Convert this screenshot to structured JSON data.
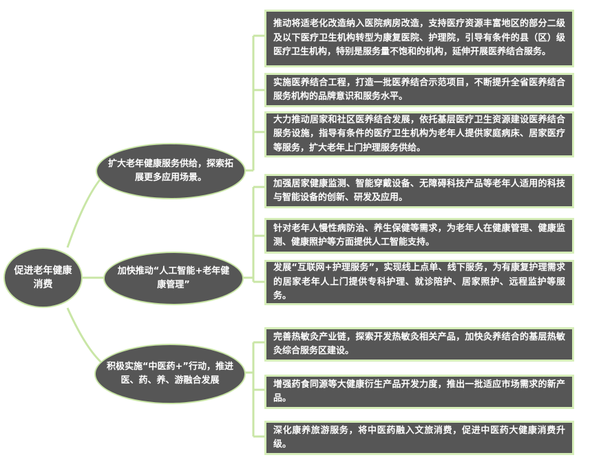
{
  "colors": {
    "connector": "#c9e6a6",
    "node_fill": "#565656",
    "text": "#ffffff"
  },
  "root": {
    "label": "促进老年健康消费"
  },
  "branches": [
    {
      "label": "扩大老年健康服务供给，探索拓展更多应用场景。",
      "items": [
        "推动将适老化改造纳入医院病房改造，支持医疗资源丰富地区的部分二级及以下医疗卫生机构转型为康复医院、护理院，引导有条件的县（区）级医疗卫生机构，特别是服务量不饱和的机构，延伸开展医养结合服务。",
        "实施医养结合工程，打造一批医养结合示范项目，不断提升全省医养结合服务机构的品牌意识和服务水平。",
        "大力推动居家和社区医养结合发展，依托基层医疗卫生资源建设医养结合服务设施，指导有条件的医疗卫生机构为老年人提供家庭病床、居家医疗等服务，扩大老年上门护理服务供给。"
      ]
    },
    {
      "label": "加快推动“人工智能+老年健康管理”",
      "items": [
        "加强居家健康监测、智能穿戴设备、无障碍科技产品等老年人适用的科技与智能设备的创新、研发及应用。",
        "针对老年人慢性病防治、养生保健等需求，为老年人在健康管理、健康监测、健康照护等方面提供人工智能支持。",
        "发展“互联网+护理服务”，实现线上点单、线下服务，为有康复护理需求的居家老年人上门提供专科护理、就诊陪护、居家照护、远程监护等服务。"
      ]
    },
    {
      "label": "积极实施“中医药+”行动，推进医、药、养、游融合发展",
      "items": [
        "完善热敏灸产业链，探索开发热敏灸相关产品，加快灸养结合的基层热敏灸综合服务区建设。",
        "增强药食同源等大健康衍生产品开发力度，推出一批适应市场需求的新产品。",
        "深化康养旅游服务，将中医药融入文旅消费，促进中医药大健康消费升级。"
      ]
    }
  ]
}
